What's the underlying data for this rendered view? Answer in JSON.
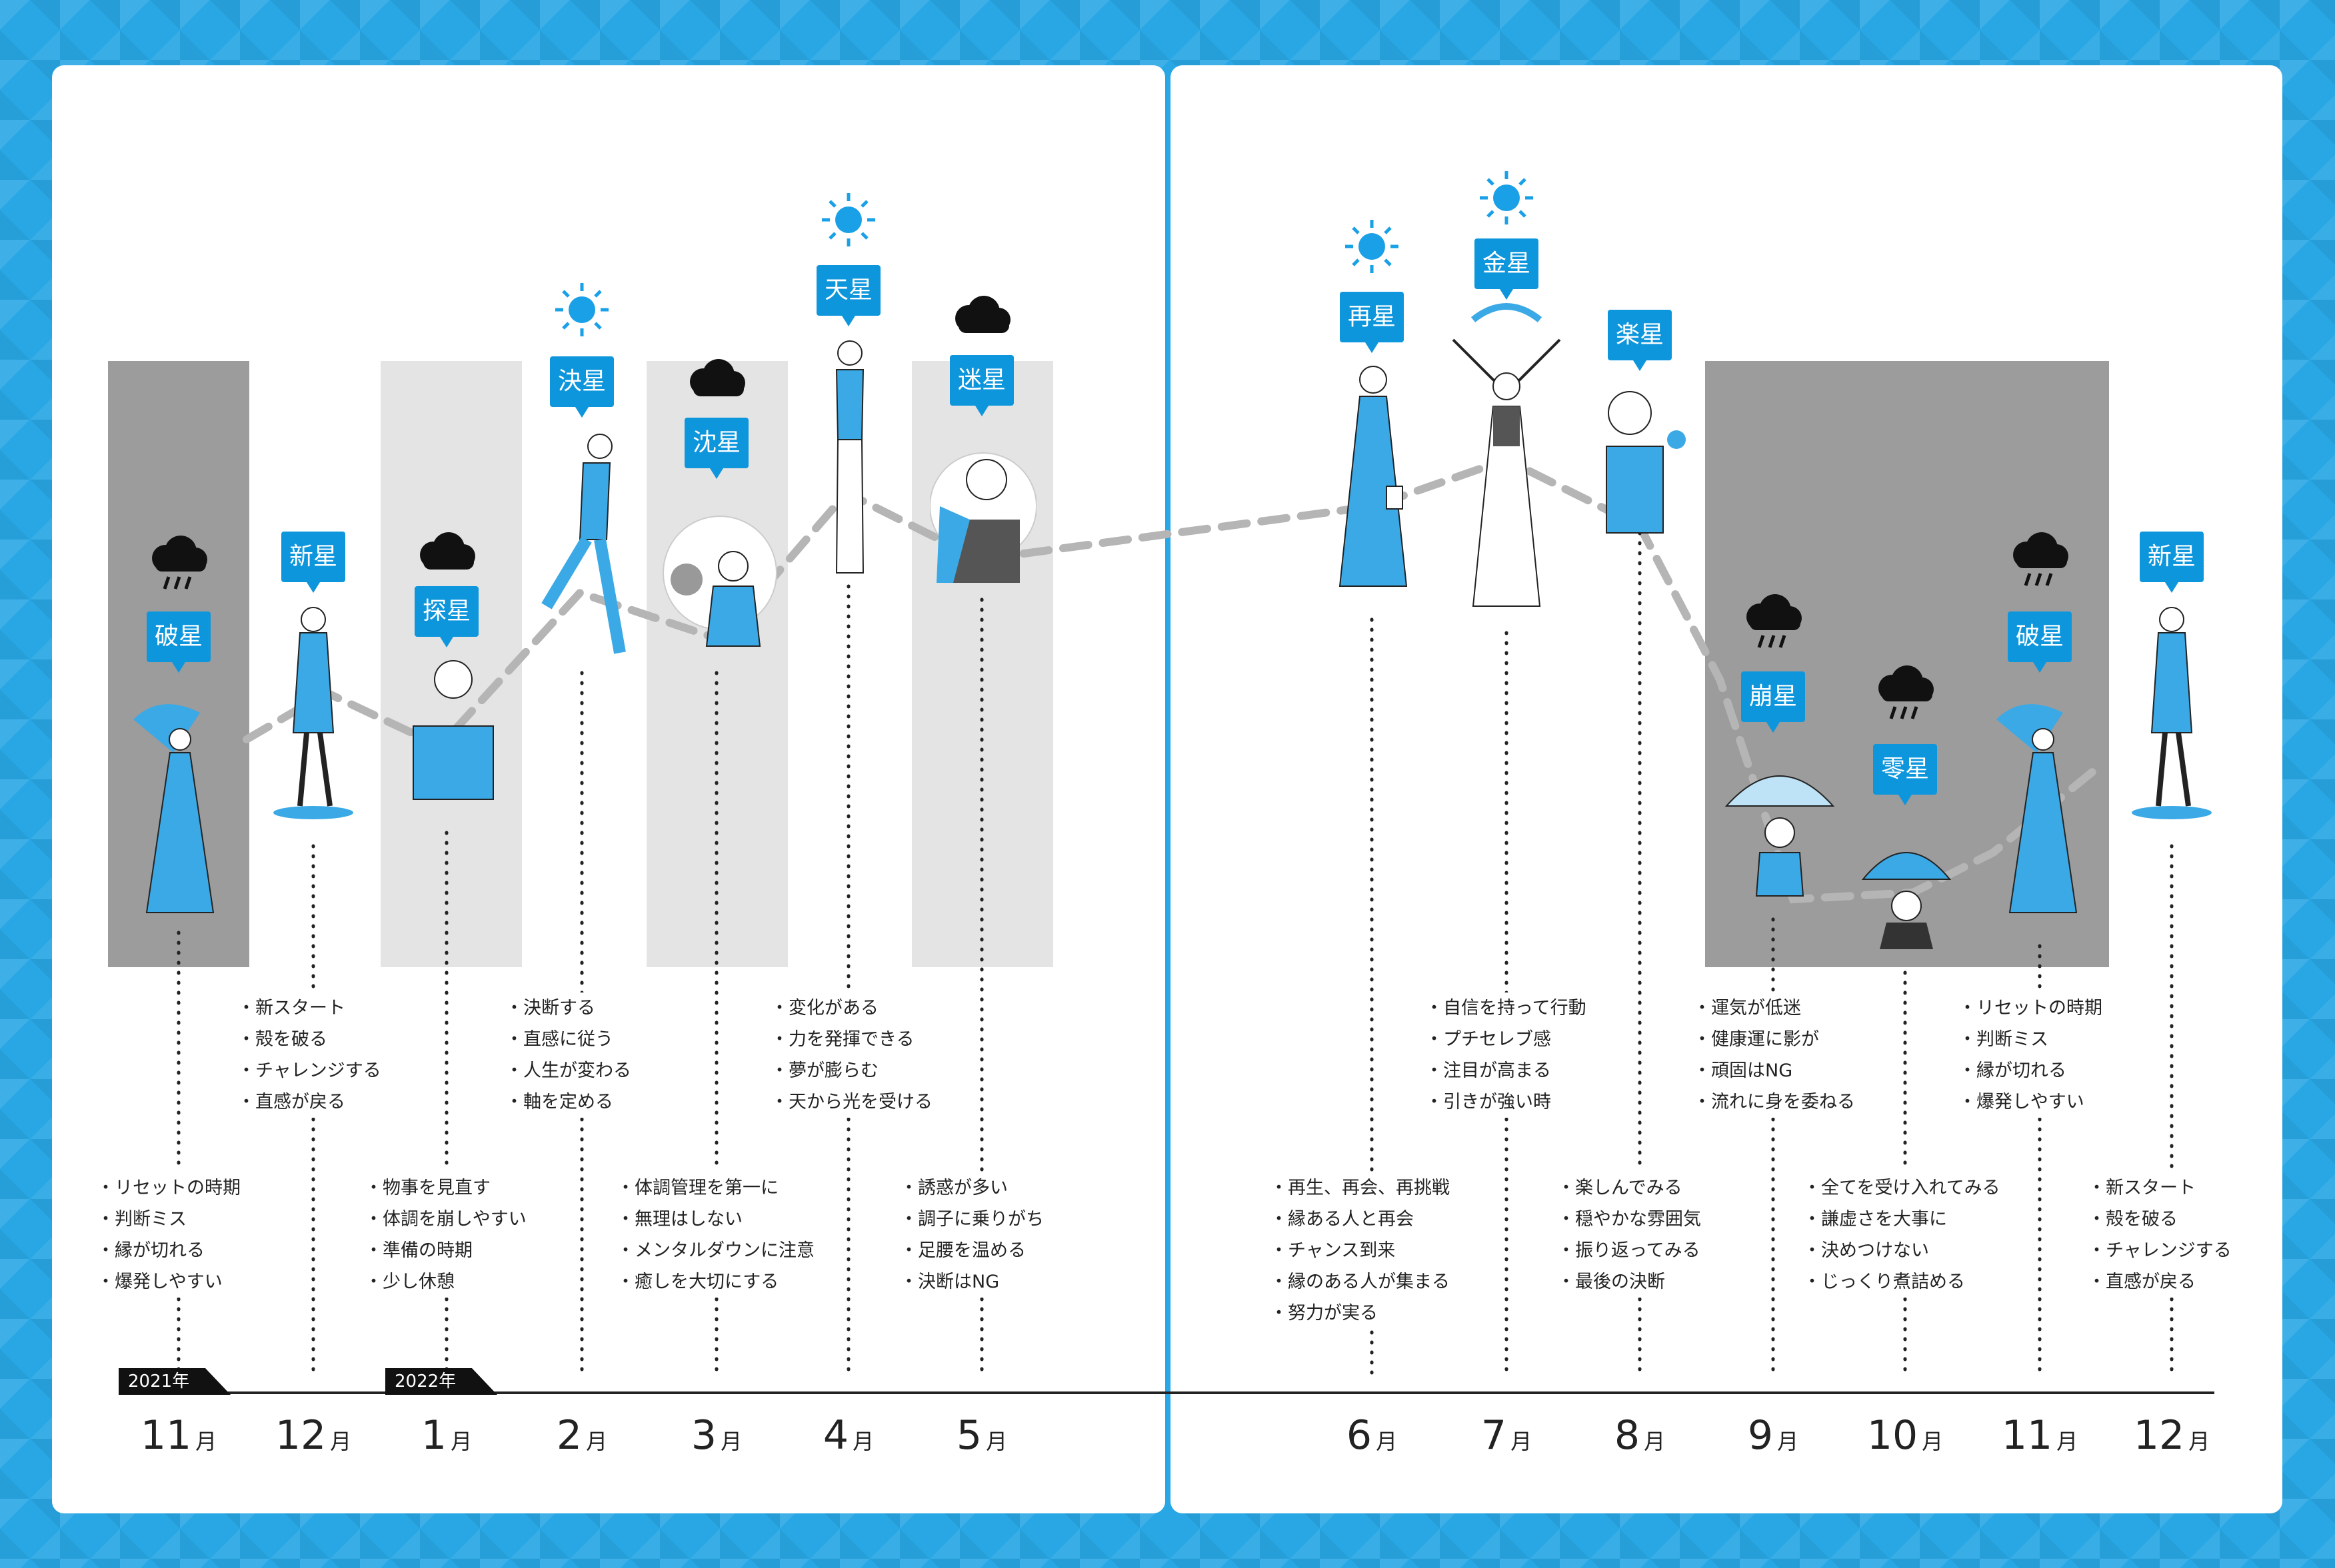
{
  "stars": [
    {
      "name": "破星",
      "weather": "rain-cloud-icon",
      "notes_top": [],
      "notes_bottom": [
        "リセットの時期",
        "判断ミス",
        "縁が切れる",
        "爆発しやすい"
      ]
    },
    {
      "name": "新星",
      "weather": "",
      "notes_top": [
        "新スタート",
        "殻を破る",
        "チャレンジする",
        "直感が戻る"
      ],
      "notes_bottom": []
    },
    {
      "name": "探星",
      "weather": "cloud-icon",
      "notes_top": [],
      "notes_bottom": [
        "物事を見直す",
        "体調を崩しやすい",
        "準備の時期",
        "少し休憩"
      ]
    },
    {
      "name": "決星",
      "weather": "sun-icon",
      "notes_top": [
        "決断する",
        "直感に従う",
        "人生が変わる",
        "軸を定める"
      ],
      "notes_bottom": []
    },
    {
      "name": "沈星",
      "weather": "cloud-icon",
      "notes_top": [],
      "notes_bottom": [
        "体調管理を第一に",
        "無理はしない",
        "メンタルダウンに注意",
        "癒しを大切にする"
      ]
    },
    {
      "name": "天星",
      "weather": "sun-icon",
      "notes_top": [
        "変化がある",
        "力を発揮できる",
        "夢が膨らむ",
        "天から光を受ける"
      ],
      "notes_bottom": []
    },
    {
      "name": "迷星",
      "weather": "cloud-icon",
      "notes_top": [],
      "notes_bottom": [
        "誘惑が多い",
        "調子に乗りがち",
        "足腰を温める",
        "決断はNG"
      ]
    },
    {
      "name": "再星",
      "weather": "sun-icon",
      "notes_top": [],
      "notes_bottom": [
        "再生、再会、再挑戦",
        "縁ある人と再会",
        "チャンス到来",
        "縁のある人が集まる",
        "努力が実る"
      ]
    },
    {
      "name": "金星",
      "weather": "sun-icon",
      "notes_top": [
        "自信を持って行動",
        "プチセレブ感",
        "注目が高まる",
        "引きが強い時"
      ],
      "notes_bottom": []
    },
    {
      "name": "楽星",
      "weather": "",
      "notes_top": [],
      "notes_bottom": [
        "楽しんでみる",
        "穏やかな雰囲気",
        "振り返ってみる",
        "最後の決断"
      ]
    },
    {
      "name": "崩星",
      "weather": "rain-cloud-icon",
      "notes_top": [
        "運気が低迷",
        "健康運に影が",
        "頑固はNG",
        "流れに身を委ねる"
      ],
      "notes_bottom": []
    },
    {
      "name": "零星",
      "weather": "rain-cloud-icon",
      "notes_top": [],
      "notes_bottom": [
        "全てを受け入れてみる",
        "謙虚さを大事に",
        "決めつけない",
        "じっくり煮詰める"
      ]
    },
    {
      "name": "破星",
      "weather": "rain-cloud-icon",
      "notes_top": [
        "リセットの時期",
        "判断ミス",
        "縁が切れる",
        "爆発しやすい"
      ],
      "notes_bottom": []
    },
    {
      "name": "新星",
      "weather": "",
      "notes_top": [],
      "notes_bottom": [
        "新スタート",
        "殻を破る",
        "チャレンジする",
        "直感が戻る"
      ]
    }
  ],
  "months": [
    {
      "n": "11",
      "u": "月"
    },
    {
      "n": "12",
      "u": "月"
    },
    {
      "n": "1",
      "u": "月"
    },
    {
      "n": "2",
      "u": "月"
    },
    {
      "n": "3",
      "u": "月"
    },
    {
      "n": "4",
      "u": "月"
    },
    {
      "n": "5",
      "u": "月"
    },
    {
      "n": "6",
      "u": "月"
    },
    {
      "n": "7",
      "u": "月"
    },
    {
      "n": "8",
      "u": "月"
    },
    {
      "n": "9",
      "u": "月"
    },
    {
      "n": "10",
      "u": "月"
    },
    {
      "n": "11",
      "u": "月"
    },
    {
      "n": "12",
      "u": "月"
    }
  ],
  "years": [
    {
      "label": "2021年"
    },
    {
      "label": "2022年"
    }
  ],
  "colors": {
    "accent": "#0e96dc",
    "background": "#28a7e4",
    "figure": "#3aa9e6",
    "dark_band": "#9c9c9c",
    "light_band": "#e4e4e4"
  }
}
